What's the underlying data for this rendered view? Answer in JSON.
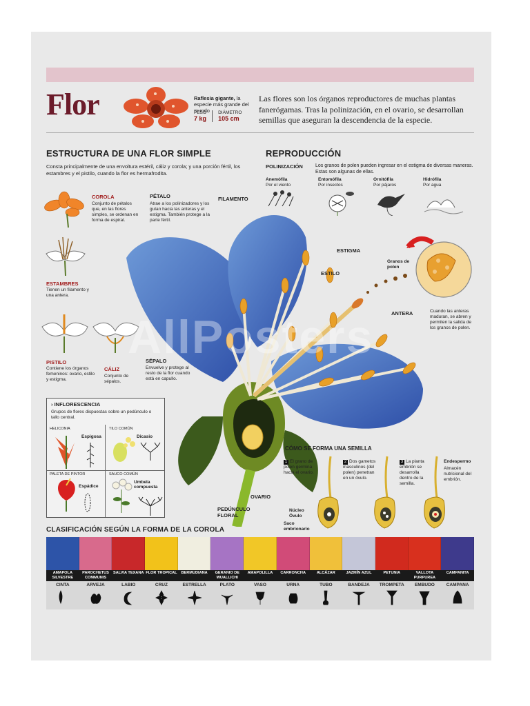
{
  "title": "Flor",
  "rafflesia": {
    "name": "Raflesia gigante,",
    "note": "la especie más grande del mundo",
    "peso_label": "PESO",
    "peso_value": "7 kg",
    "diam_label": "DIÁMETRO",
    "diam_value": "105 cm"
  },
  "intro": "Las flores son los órganos reproductores de muchas plantas fanerógamas. Tras la polinización, en el ovario, se desarrollan semillas que aseguran la descendencia de la especie.",
  "structure": {
    "heading": "ESTRUCTURA DE UNA FLOR SIMPLE",
    "desc": "Consta principalmente de una envoltura estéril, cáliz y corola; y una porción fértil, los estambres y el pistilo, cuando la flor es hermafrodita.",
    "corola_title": "COROLA",
    "corola_text": "Conjunto de pétalos que, en las flores simples, se ordenan en forma de espiral.",
    "petalo_title": "PÉTALO",
    "petalo_text": "Atrae a los polinizadores y los guían hacia las anteras y el estigma. También protege a la parte fértil.",
    "estambres_title": "ESTAMBRES",
    "estambres_text": "Tienen un filamento y una antera.",
    "pistilo_title": "PISTILO",
    "pistilo_text": "Contiene los órganos femeninos: ovario, estilo y estigma.",
    "caliz_title": "CÁLIZ",
    "caliz_text": "Conjunto de sépalos.",
    "sepalo_title": "SÉPALO",
    "sepalo_text": "Envuelve y protege al resto de la flor cuando está en capullo."
  },
  "labels": {
    "filamento": "FILAMENTO",
    "estigma": "ESTIGMA",
    "estilo": "ESTILO",
    "antera": "ANTERA",
    "granos": "Granos de polen",
    "antera_note": "Cuando las anteras maduran, se abren y permiten la salida de los granos de polen.",
    "ovario": "OVARIO",
    "pedunculo": "PEDÚNCULO FLORAL"
  },
  "reproduction": {
    "heading": "REPRODUCCIÓN",
    "pol_title": "POLINIZACIÓN",
    "pol_text": "Los granos de polen pueden ingresar en el estigma de diversas maneras. Estas son algunas de ellas.",
    "types": [
      {
        "name": "Anemófila",
        "by": "Por el viento"
      },
      {
        "name": "Entomófila",
        "by": "Por insectos"
      },
      {
        "name": "Ornitófila",
        "by": "Por pájaros"
      },
      {
        "name": "Hidrófila",
        "by": "Por agua"
      }
    ]
  },
  "inflorescence": {
    "title": "INFLORESCENCIA",
    "desc": "Grupos de flores dispuestas sobre un pedúnculo o tallo central.",
    "items": [
      {
        "plant": "HELICONIA",
        "type": "Espigosa"
      },
      {
        "plant": "TILO COMÚN",
        "type": "Dicasio"
      },
      {
        "plant": "PALETA DE PINTOR",
        "type": "Espádice"
      },
      {
        "plant": "SAUCO COMÚN",
        "type": "Umbela compuesta"
      }
    ]
  },
  "seed": {
    "heading": "CÓMO SE FORMA UNA SEMILLA",
    "steps": [
      {
        "n": "1",
        "text": "El grano de polen germina hacia el ovario."
      },
      {
        "n": "2",
        "text": "Dos gametos masculinos (del polen) penetran en un óvulo."
      },
      {
        "n": "3",
        "text": "La planta embrión se desarrolla dentro de la semilla."
      }
    ],
    "endo_title": "Endespermo",
    "endo_text": "Almacén nutricional del embrión.",
    "nucleo": "Núcleo",
    "ovulo": "Óvulo",
    "saco": "Saco embrionario"
  },
  "classification": {
    "heading": "CLASIFICACIÓN SEGÚN LA FORMA DE LA COROLA",
    "colors": [
      "#2d54a8",
      "#d86a8c",
      "#c8282a",
      "#f2c21a",
      "#f0eee0",
      "#a674c4",
      "#f1c727",
      "#d14b78",
      "#f0c03a",
      "#c4c6d8",
      "#d12a1e",
      "#d8301e",
      "#3e3a8c"
    ],
    "names": [
      "AMAPOLA SILVESTRE",
      "PAROCHETUS COMMUNIS",
      "SALVIA TEXANA",
      "FLOR TROPICAL",
      "BERMUDIANA",
      "GERANIO DE WUALLICHI",
      "AMAPOLILLA",
      "CARRONCHA",
      "ALCÁZAR",
      "JAZMÍN AZUL",
      "PETUNIA",
      "VALLOTA PURPUREA",
      "CAMPANITA"
    ],
    "shapes": [
      "CINTA",
      "ARVEJA",
      "LABIO",
      "CRUZ",
      "ESTRELLA",
      "PLATO",
      "VASO",
      "URNA",
      "TUBO",
      "BANDEJA",
      "TROMPETA",
      "EMBUDO",
      "CAMPANA"
    ]
  },
  "watermark": "AllPosters"
}
